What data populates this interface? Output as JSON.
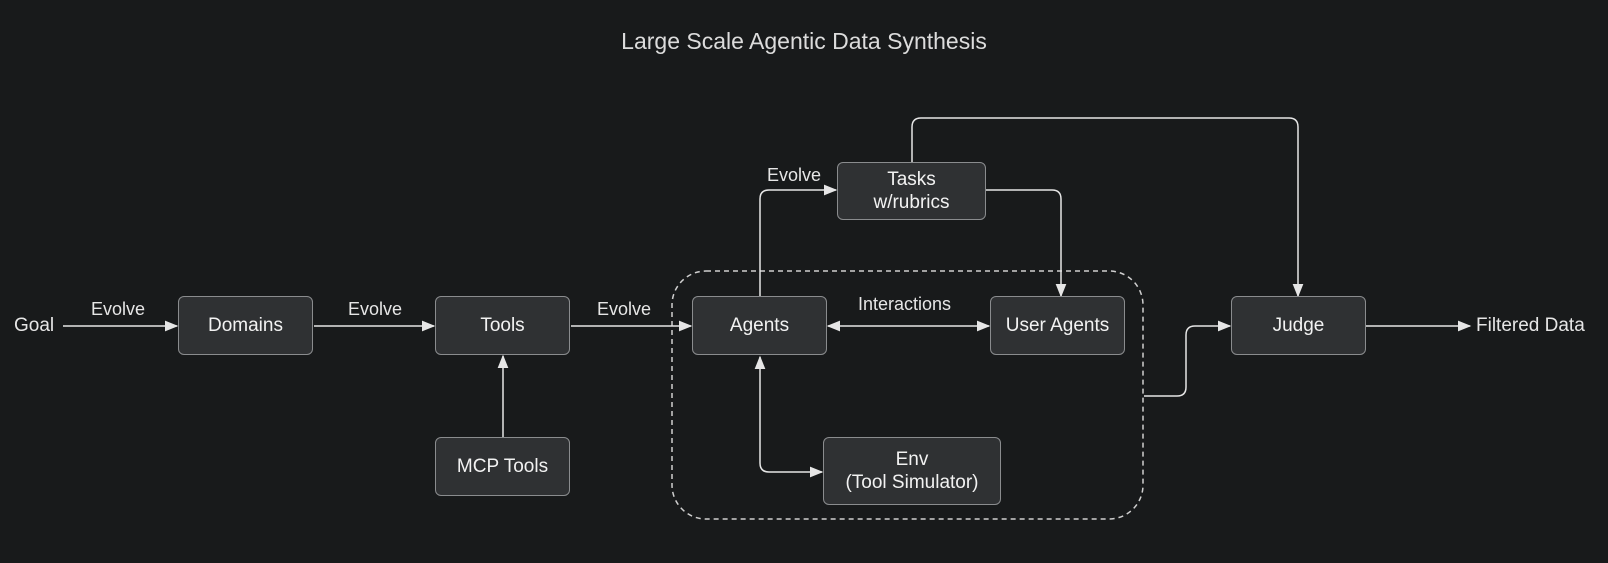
{
  "title": "Large Scale Agentic Data Synthesis",
  "nodes": {
    "goal": "Goal",
    "domains": "Domains",
    "tools": "Tools",
    "mcp_tools": "MCP Tools",
    "agents": "Agents",
    "user_agents": "User Agents",
    "tasks": "Tasks\nw/rubrics",
    "env": "Env\n(Tool Simulator)",
    "judge": "Judge",
    "filtered_data": "Filtered Data"
  },
  "edge_labels": {
    "goal_domains": "Evolve",
    "domains_tools": "Evolve",
    "tools_agents": "Evolve",
    "agents_tasks": "Evolve",
    "interactions": "Interactions"
  },
  "colors": {
    "background": "#181a1b",
    "node_fill": "#2f3133",
    "node_border": "#8a8c8e",
    "edge": "#e6e6e6"
  }
}
